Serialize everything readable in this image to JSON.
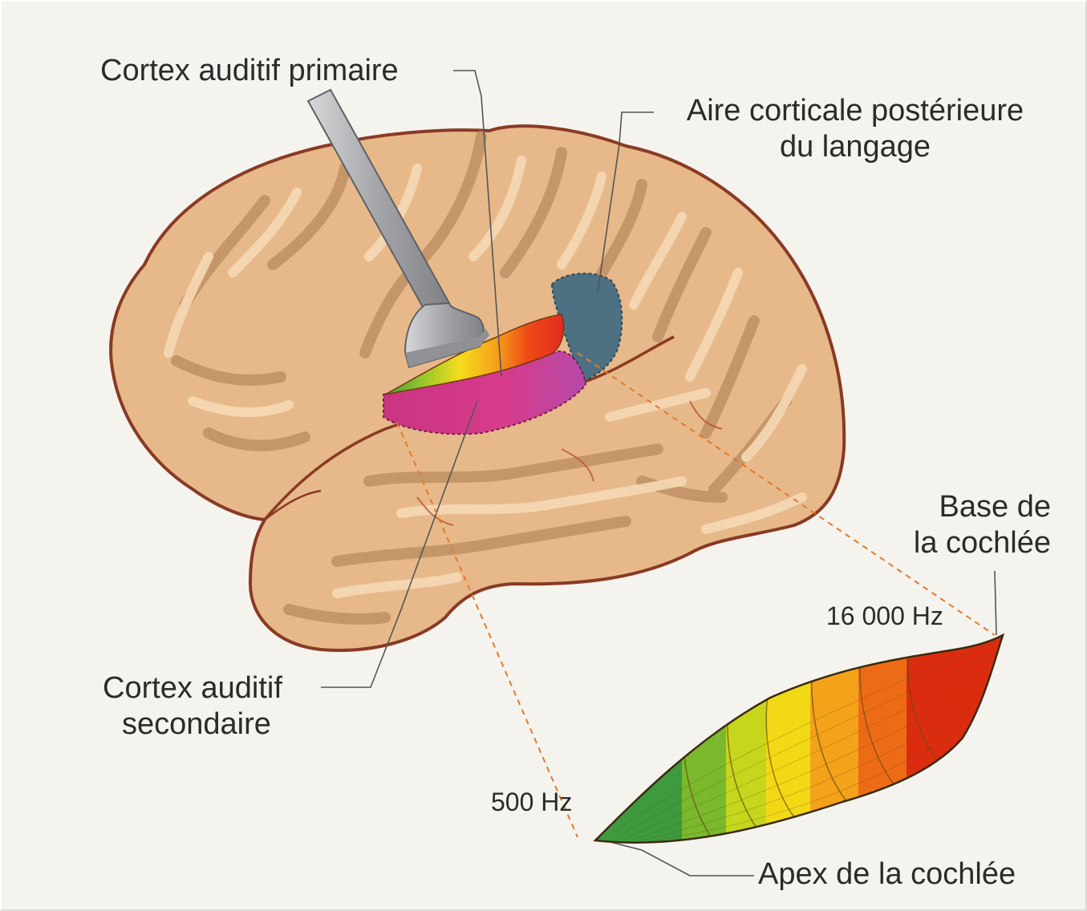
{
  "labels": {
    "primary_cortex": "Cortex auditif primaire",
    "posterior_area_line1": "Aire corticale postérieure",
    "posterior_area_line2": "du langage",
    "secondary_cortex_line1": "Cortex auditif",
    "secondary_cortex_line2": "secondaire",
    "base_line1": "Base de",
    "base_line2": "la cochlée",
    "freq_high": "16 000 Hz",
    "freq_low": "500 Hz",
    "apex": "Apex de la cochlée"
  },
  "colors": {
    "brain_fill": "#e7b98a",
    "brain_outline": "#8a3a24",
    "gyri_highlight": "#f6d9b6",
    "sulci_shade": "#b98b5e",
    "posterior_area": "#4d7183",
    "secondary_cortex": "#d43c86",
    "electrode": "#a7a9ac",
    "leader_lines": "#555555",
    "projection_dashes": "#e07a2c",
    "cochlea_band_colors": [
      "#3e9a3e",
      "#7ab82c",
      "#c6d61c",
      "#f2d916",
      "#f4a21a",
      "#ee6b16",
      "#dc2c10"
    ]
  }
}
